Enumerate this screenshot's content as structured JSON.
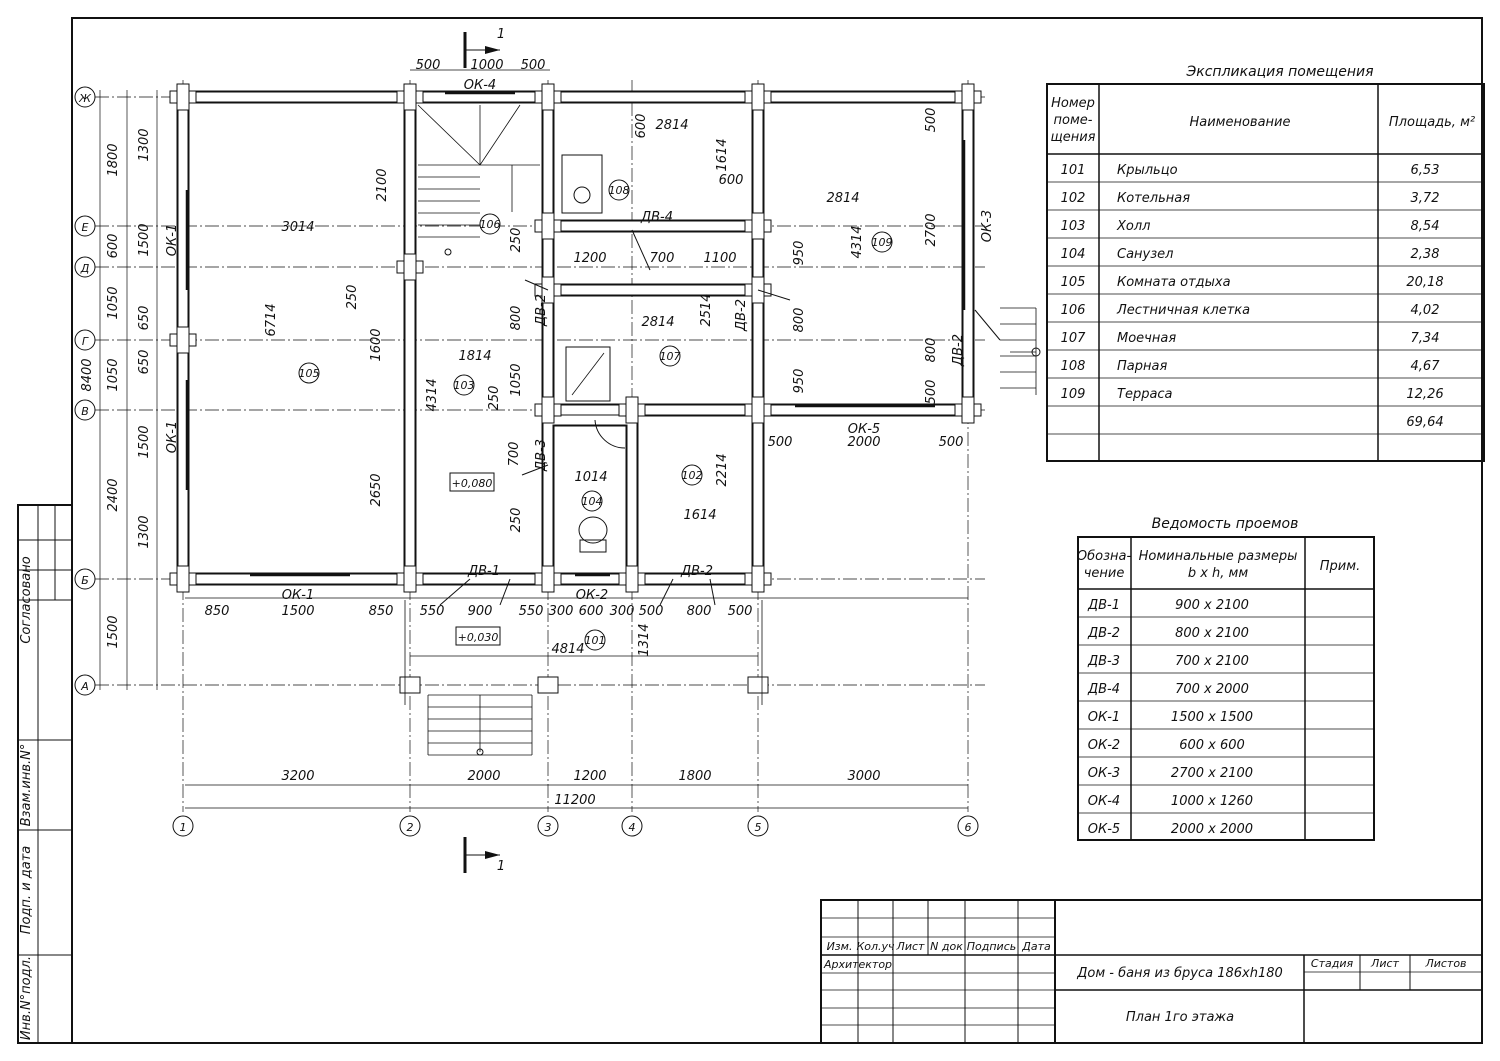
{
  "sheet": {
    "stamp_left": [
      "Согласовано",
      "Взам.инв.N°",
      "Подп. и дата",
      "Инв.N°подл."
    ],
    "title_block": {
      "columns": [
        "Изм.",
        "Кол.уч",
        "Лист",
        "N док",
        "Подпись",
        "Дата"
      ],
      "role": "Архитектор",
      "project": "Дом - баня из бруса 186xh180",
      "sheet_title": "План 1го этажа",
      "stage_headers": [
        "Стадия",
        "Лист",
        "Листов"
      ]
    }
  },
  "explication": {
    "title": "Экспликация помещения",
    "headers": [
      "Номер поме- щения",
      "Наименование",
      "Площадь, м²"
    ],
    "rows": [
      [
        "101",
        "Крыльцо",
        "6,53"
      ],
      [
        "102",
        "Котельная",
        "3,72"
      ],
      [
        "103",
        "Холл",
        "8,54"
      ],
      [
        "104",
        "Санузел",
        "2,38"
      ],
      [
        "105",
        "Комната отдыха",
        "20,18"
      ],
      [
        "106",
        "Лестничная клетка",
        "4,02"
      ],
      [
        "107",
        "Моечная",
        "7,34"
      ],
      [
        "108",
        "Парная",
        "4,67"
      ],
      [
        "109",
        "Терраса",
        "12,26"
      ]
    ],
    "total": "69,64"
  },
  "openings": {
    "title": "Ведомость проемов",
    "headers": [
      "Обозна- чение",
      "Номинальные размеры b x h, мм",
      "Прим."
    ],
    "rows": [
      [
        "ДВ-1",
        "900 x 2100"
      ],
      [
        "ДВ-2",
        "800 x 2100"
      ],
      [
        "ДВ-3",
        "700 x 2100"
      ],
      [
        "ДВ-4",
        "700 x 2000"
      ],
      [
        "ОК-1",
        "1500 x 1500"
      ],
      [
        "ОК-2",
        "600 x 600"
      ],
      [
        "ОК-3",
        "2700 x 2100"
      ],
      [
        "ОК-4",
        "1000 x 1260"
      ],
      [
        "ОК-5",
        "2000 x 2000"
      ]
    ]
  },
  "plan": {
    "axes_letters": [
      "Ж",
      "Е",
      "Д",
      "Г",
      "В",
      "Б",
      "А"
    ],
    "axes_numbers": [
      "1",
      "2",
      "3",
      "4",
      "5",
      "6"
    ],
    "section_mark": "1",
    "rooms": [
      "101",
      "102",
      "103",
      "104",
      "105",
      "106",
      "107",
      "108",
      "109"
    ],
    "levels": [
      "+0,080",
      "+0,030"
    ],
    "labels": [
      "500",
      "1000",
      "500",
      "ОК-4",
      "1800",
      "600",
      "1050",
      "8400",
      "1050",
      "2400",
      "1500",
      "1300",
      "1500",
      "650",
      "650",
      "1500",
      "1300",
      "850",
      "1500",
      "850",
      "550",
      "900",
      "550",
      "300",
      "600",
      "300",
      "500",
      "800",
      "500",
      "3200",
      "2000",
      "1200",
      "1800",
      "3000",
      "11200",
      "4814",
      "1314",
      "3014",
      "6714",
      "2100",
      "250",
      "1600",
      "1814",
      "4314",
      "2650",
      "250",
      "1050",
      "700",
      "250",
      "800",
      "250",
      "1200",
      "700",
      "1100",
      "2814",
      "600",
      "1614",
      "600",
      "2814",
      "2814",
      "2514",
      "950",
      "800",
      "950",
      "4314",
      "2700",
      "500",
      "800",
      "500",
      "1014",
      "1614",
      "2214",
      "500",
      "2000",
      "500",
      "ОК-1",
      "ОК-1",
      "ОК-1",
      "ОК-2",
      "ОК-3",
      "ОК-5",
      "ДВ-1",
      "ДВ-2",
      "ДВ-2",
      "ДВ-2",
      "ДВ-2",
      "ДВ-3",
      "ДВ-4"
    ]
  }
}
